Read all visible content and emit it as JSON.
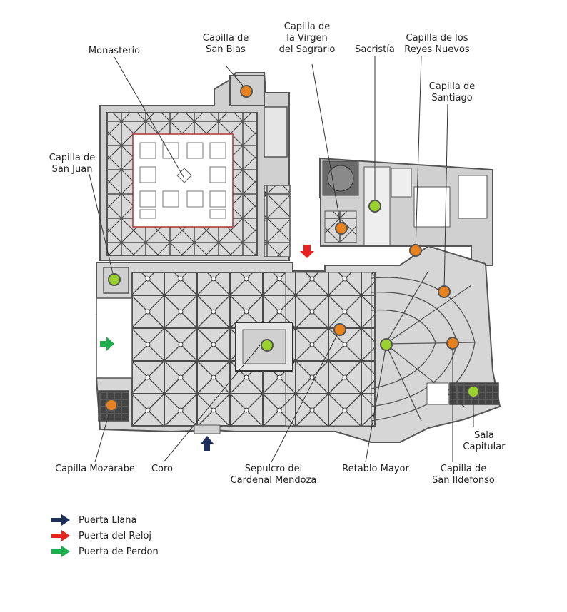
{
  "labels": {
    "monasterio": "Monasterio",
    "san_blas": [
      "Capilla de",
      "San Blas"
    ],
    "virgen_sagrario": [
      "Capilla de",
      "la Virgen",
      "del Sagrario"
    ],
    "sacristia": "Sacristía",
    "reyes_nuevos": [
      "Capilla de los",
      "Reyes Nuevos"
    ],
    "santiago": [
      "Capilla de",
      "Santiago"
    ],
    "san_juan": [
      "Capilla de",
      "San Juan"
    ],
    "mozarabe": "Capilla Mozárabe",
    "coro": "Coro",
    "sepulcro": [
      "Sepulcro del",
      "Cardenal Mendoza"
    ],
    "retablo": "Retablo Mayor",
    "sala_capitular": [
      "Sala",
      "Capitular"
    ],
    "san_ildefonso": [
      "Capilla de",
      "San Ildefonso"
    ]
  },
  "legend": [
    {
      "label": "Puerta Llana",
      "color": "#1c2f5e"
    },
    {
      "label": "Puerta del Reloj",
      "color": "#e8231f"
    },
    {
      "label": "Puerta de Perdon",
      "color": "#1fae4b"
    }
  ],
  "colors": {
    "chapel_marker": "#e8821e",
    "other_marker": "#9bd12f",
    "wall": "#5a5a5a",
    "floor": "#d6d6d6"
  }
}
